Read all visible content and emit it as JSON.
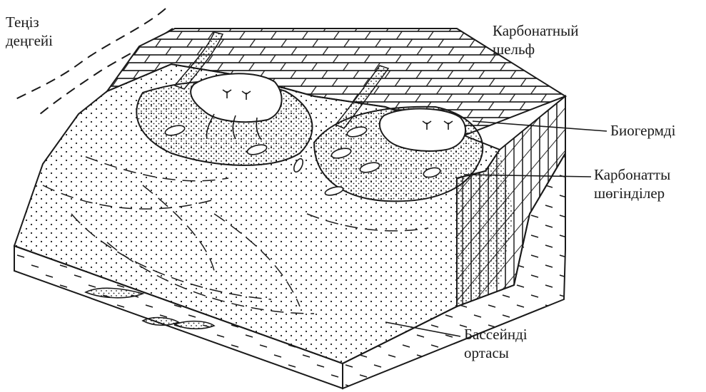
{
  "labels": {
    "sea_level": {
      "line1": "Теңіз",
      "line2": "деңгейі"
    },
    "carbonate_shelf": {
      "line1": "Карбонатный",
      "line2": "шельф"
    },
    "bioherms": {
      "line1": "Биогермді"
    },
    "carbonate_deposits": {
      "line1": "Карбонатты",
      "line2": "шөгінділер"
    },
    "basin_center": {
      "line1": "Бассейнді",
      "line2": "ортасы"
    }
  },
  "colors": {
    "ink": "#1a1a1a",
    "background": "#ffffff"
  }
}
